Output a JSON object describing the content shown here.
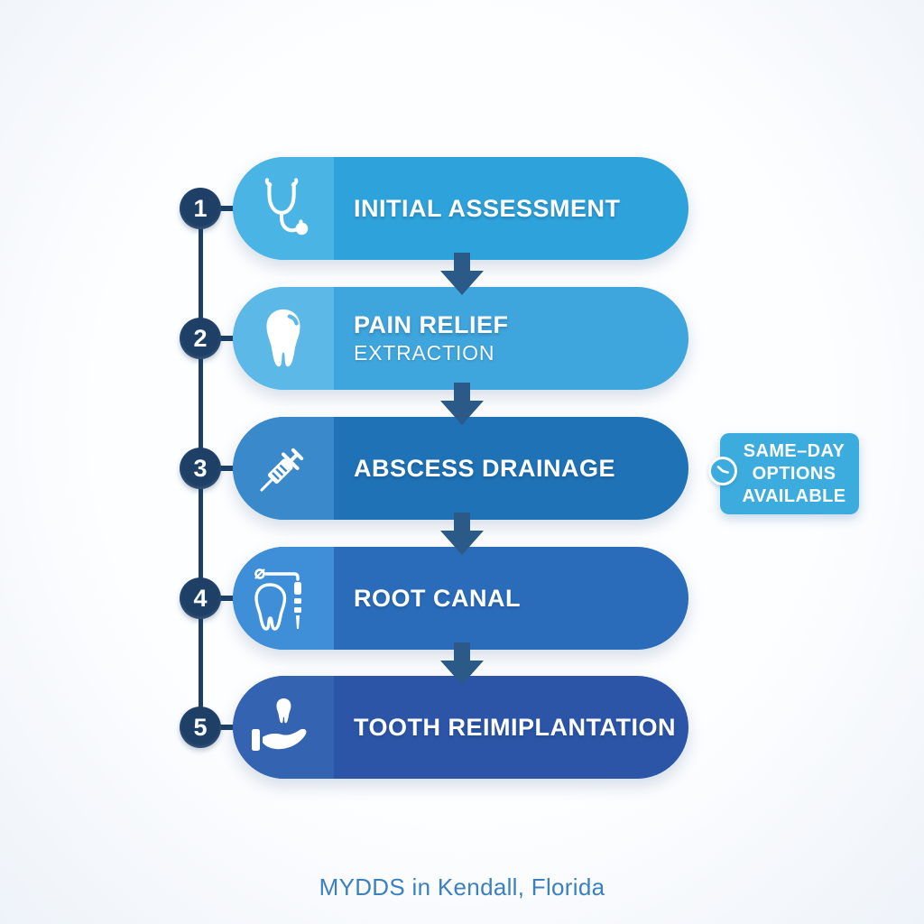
{
  "colors": {
    "background": "#f7fafd",
    "timeline_navy": "#1e4066",
    "arrow_navy": "#2b5a88",
    "badge_blue": "#3cacdf",
    "footer_blue": "#3b80c1",
    "step_pill_colors": [
      "#2ea3db",
      "#3fa5dd",
      "#1f72b6",
      "#2b6cba",
      "#2c55a7"
    ],
    "step_icon_section_colors": [
      "#4ab4e5",
      "#5cb8e6",
      "#3a8acb",
      "#3f8ed8",
      "#3463b2"
    ]
  },
  "steps": [
    {
      "number": "1",
      "title": "INITIAL ASSESSMENT",
      "icon": "stethoscope-icon"
    },
    {
      "number": "2",
      "title": "PAIN RELIEF",
      "subtitle": "EXTRACTION",
      "icon": "tooth-icon"
    },
    {
      "number": "3",
      "title": "ABSCESS DRAINAGE",
      "icon": "syringe-icon"
    },
    {
      "number": "4",
      "title": "ROOT CANAL",
      "icon": "root-canal-tooth-icon"
    },
    {
      "number": "5",
      "title": "TOOTH REIMIPLANTATION",
      "icon": "hand-holding-tooth-icon"
    }
  ],
  "badge": {
    "lines": [
      "SAME–DAY",
      "OPTIONS",
      "AVAILABLE"
    ],
    "icon": "clock-icon"
  },
  "footer": {
    "caption": "MYDDS in Kendall, Florida"
  }
}
